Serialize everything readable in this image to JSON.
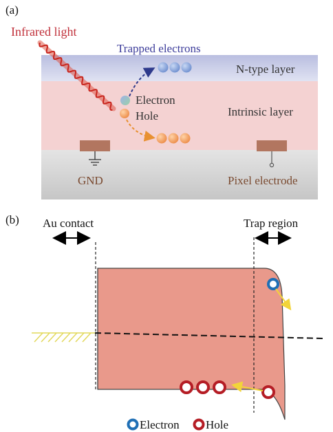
{
  "panel_a": {
    "tag": "(a)",
    "infrared_label": "Infrared light",
    "trapped_label": "Trapped electrons",
    "ntype_label": "N-type layer",
    "intrinsic_label": "Intrinsic layer",
    "electron_label": "Electron",
    "hole_label": "Hole",
    "gnd_label": "GND",
    "pixel_label": "Pixel electrode",
    "colors": {
      "infrared_text": "#c0303a",
      "trapped_text": "#3c3c9a",
      "ntype_layer": "#c9cde6",
      "intrinsic_layer": "#f3cfcf",
      "substrate": "#d6d6d6",
      "electrode": "#b0735a",
      "electron": "#7f9fd6",
      "hole": "#f0a060"
    }
  },
  "panel_b": {
    "tag": "(b)",
    "au_contact_label": "Au contact",
    "trap_region_label": "Trap region",
    "legend": {
      "electron_label": "Electron",
      "hole_label": "Hole"
    },
    "colors": {
      "band_fill": "#e8978a",
      "electron_ring": "#1f6fb5",
      "hole_ring": "#b51d25",
      "arrow": "#f2e04a",
      "metal_hatch": "#e8e070"
    }
  }
}
